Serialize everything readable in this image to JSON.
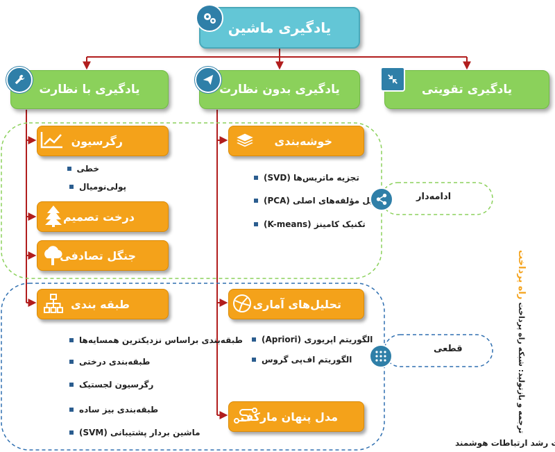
{
  "root": {
    "label": "یادگیری ماشین",
    "icon": "gears-icon"
  },
  "categories": {
    "supervised": {
      "label": "یادگیری با نظارت",
      "icon": "wrench-icon"
    },
    "unsupervised": {
      "label": "یادگیری بدون نظارت",
      "icon": "paper-plane-icon"
    },
    "reinforcement": {
      "label": "یادگیری تقویتی",
      "icon": "shrink-arrows-icon"
    }
  },
  "supervised_nodes": {
    "regression": {
      "label": "رگرسیون",
      "icon": "trend-chart-icon"
    },
    "decision_tree": {
      "label": "درخت تصمیم",
      "icon": "pine-tree-icon"
    },
    "random_forest": {
      "label": "جنگل تصادفی",
      "icon": "round-tree-icon"
    },
    "classification": {
      "label": "طبقه بندی",
      "icon": "hierarchy-icon"
    }
  },
  "regression_items": [
    "خطی",
    "پولی‌نومیال"
  ],
  "classification_items": [
    "طبقه‌بندی براساس نزدیکترین همسایه‌ها",
    "طبقه‌بندی درختی",
    "رگرسیون لجستیک",
    "طبقه‌بندی بیز ساده",
    "ماشین بردار پشتیبانی (SVM)"
  ],
  "unsupervised_nodes": {
    "clustering": {
      "label": "خوشه‌بندی",
      "icon": "layers-icon"
    },
    "statistical": {
      "label": "تحلیل‌های آماری",
      "icon": "network-globe-icon"
    },
    "hmm": {
      "label": "مدل پنهان مارکف",
      "icon": "flow-path-icon"
    }
  },
  "clustering_items": [
    "تجزیه ماتریس‌ها (SVD)",
    "تحلیل مؤلفه‌های اصلی (PCA)",
    "تکنیک کامینز (K-means)"
  ],
  "statistical_items": [
    "الگوریتم اپریوری (Apriori)",
    "الگوریتم اف‌پی گروس"
  ],
  "groups": {
    "continuous": {
      "label": "ادامه‌دار",
      "icon": "share-icon",
      "color": "#8bd15b"
    },
    "discrete": {
      "label": "قطعی",
      "icon": "dots-grid-icon",
      "color": "#2f6fb0"
    }
  },
  "credits": {
    "translation": "ترجمه و بازتولید: شبکه راه پرداخت",
    "logo_text": "راه پرداخت",
    "company": "شرکت رشد ارتباطات هوشمند"
  },
  "colors": {
    "root": "#63c6d6",
    "category": "#8bd15b",
    "node": "#f4a21a",
    "connector": "#b11d1d",
    "icon_badge": "#2f7fa8"
  }
}
